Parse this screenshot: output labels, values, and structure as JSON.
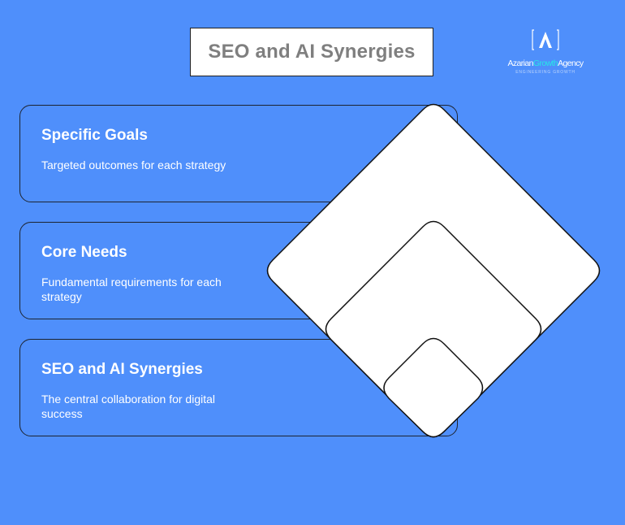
{
  "title": "SEO and AI Synergies",
  "logo": {
    "mark": "A",
    "name_part1": "Azarian",
    "name_part2": "Growth",
    "name_part3": "Agency",
    "tagline": "ENGINEERING GROWTH"
  },
  "layers": [
    {
      "title": "Specific Goals",
      "description": "Targeted outcomes for each strategy"
    },
    {
      "title": "Core Needs",
      "description": "Fundamental requirements for each strategy"
    },
    {
      "title": "SEO and AI Synergies",
      "description": "The central collaboration for digital success"
    }
  ],
  "colors": {
    "background": "#4f8ffb",
    "card_border": "#1d2430",
    "diamond_fill": "#ffffff",
    "title_text": "#7f7f7f",
    "logo_accent": "#27e6e6"
  }
}
